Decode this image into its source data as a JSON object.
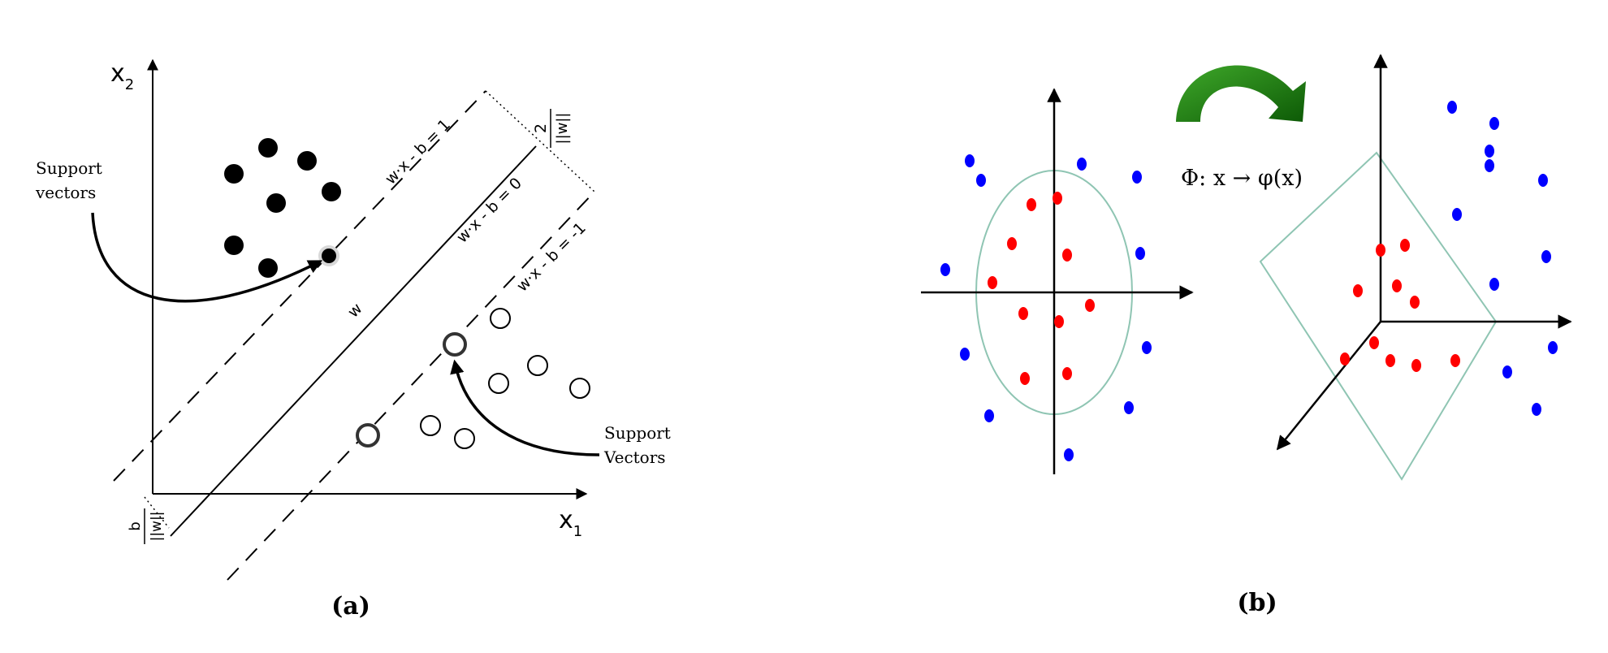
{
  "panel_a": {
    "x1_main": "x",
    "x1_sub": "1",
    "x2_main": "x",
    "x2_sub": "2",
    "support_vectors_left_line1": "Support",
    "support_vectors_left_line2": "vectors",
    "support_vectors_right_line1": "Support",
    "support_vectors_right_line2": "Vectors",
    "line_pos": "w·x - b = 1",
    "line_mid": "w·x - b = 0",
    "line_neg": "w·x - b = -1",
    "w_label": "w",
    "margin_num": "2",
    "margin_den": "||w||",
    "offset_num": "b",
    "offset_den": "||w||",
    "caption": "(a)"
  },
  "panel_b": {
    "mapping": "Φ:  x → φ(x)",
    "caption": "(b)"
  },
  "colors": {
    "red": "#ff0000",
    "blue": "#0000ff",
    "green": "#1a7a10",
    "boundary": "#8fc5b3"
  }
}
